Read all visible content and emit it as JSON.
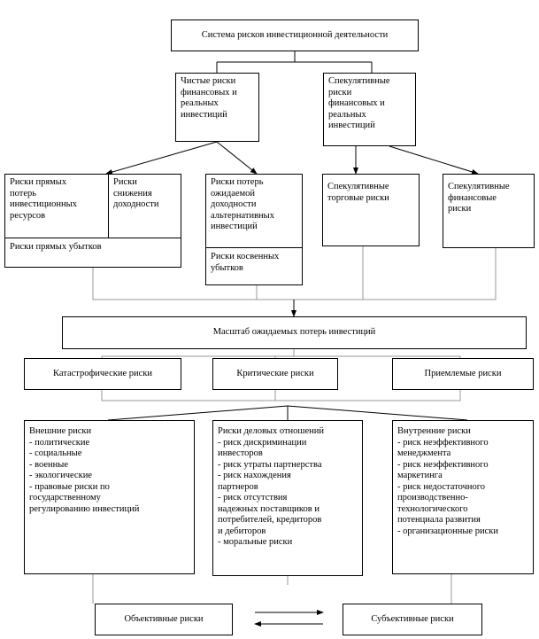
{
  "title": "Система рисков инвестиционной деятельности",
  "level1": {
    "pure": "Чистые риски\nфинансовых и\nреальных\nинвестиций",
    "speculative": "Спекулятивные\nриски\nфинансовых и\nреальных\nинвестиций"
  },
  "level2": {
    "direct_loss_resources": "Риски прямых\nпотерь\nинвестиционных\nресурсов",
    "income_decrease": "Риски\nснижения\nдоходности",
    "direct_losses": "Риски прямых убытков",
    "alt_income_loss": "Риски потерь\nожидаемой\nдоходности\nальтернативных\nинвестиций",
    "indirect_losses": "Риски косвенных\nубытков",
    "spec_trade": "Спекулятивные\nторговые риски",
    "spec_financial": "Спекулятивные\nфинансовые\nриски"
  },
  "scale": "Масштаб ожидаемых потерь инвестиций",
  "level3": {
    "catastrophic": "Катастрофические риски",
    "critical": "Критические риски",
    "acceptable": "Приемлемые риски"
  },
  "level4": {
    "external": "Внешние риски\n- политические\n- социальные\n- военные\n- экологические\n- правовые риски по\nгосударственному\nрегулированию инвестиций",
    "business": "Риски деловых отношений\n- риск дискриминации\nинвесторов\n- риск утраты партнерства\n- риск нахождения\nпартнеров\n- риск отсутствия\nнадежных поставщиков и\nпотребителей, кредиторов\nи дебиторов\n- моральные риски",
    "internal": "Внутренние риски\n- риск неэффективного\nменеджмента\n- риск неэффективного\nмаркетинга\n- риск недостаточного\nпроизводственно-\nтехнологического\nпотенциала развития\n- организационные риски"
  },
  "bottom": {
    "objective": "Объективные риски",
    "subjective": "Субъективные риски"
  }
}
